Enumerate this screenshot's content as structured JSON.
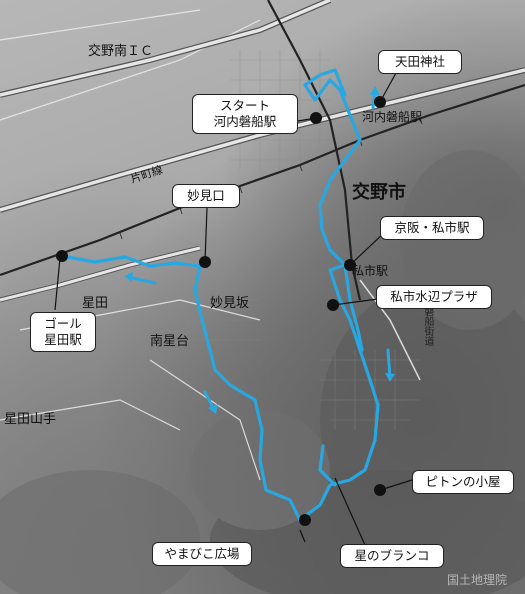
{
  "map": {
    "labels": {
      "ic": "交野南ＩＣ",
      "katamachi": "片町線",
      "katano_city": "交野市",
      "hoshida": "星田",
      "myokenzaka": "妙見坂",
      "minami_hoshidai": "南星台",
      "hoshida_yamate": "星田山手",
      "kisaichi_label": "私市駅",
      "kawachi_label": "河内磐船駅",
      "river": "磐船街道"
    },
    "callouts": {
      "start_line1": "スタート",
      "start_line2": "河内磐船駅",
      "amata": "天田神社",
      "myokenguchi": "妙見口",
      "keihan": "京阪・私市駅",
      "kisaichi_plaza": "私市水辺プラザ",
      "goal_line1": "ゴール",
      "goal_line2": "星田駅",
      "piton": "ピトンの小屋",
      "yamabiko": "やまびこ広場",
      "hoshi_buranko": "星のブランコ"
    },
    "watermark": "国土地理院",
    "route_color": "#29a7e1"
  }
}
